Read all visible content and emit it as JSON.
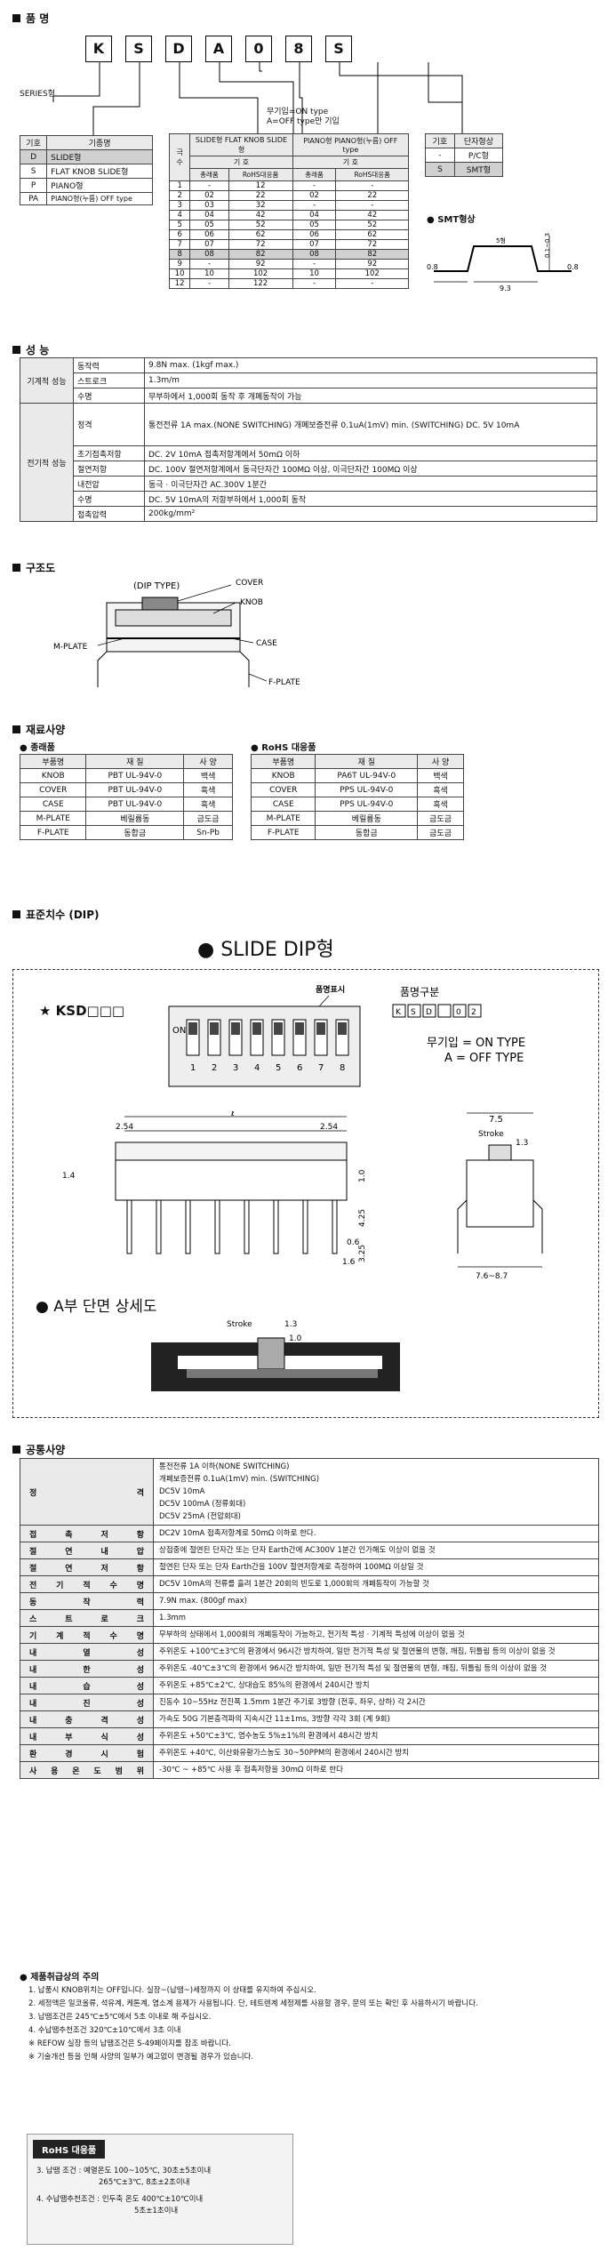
{
  "part_no": {
    "title": "품 명",
    "boxes": [
      "K",
      "S",
      "D",
      "A",
      "0",
      "8",
      "S"
    ],
    "series_label": "SERIES형",
    "a_note_1": "무기입=ON type",
    "a_note_2": "A=OFF type만 기입"
  },
  "type_table": {
    "headers": [
      "기호",
      "기종명"
    ],
    "rows": [
      [
        "D",
        "SLIDE형"
      ],
      [
        "S",
        "FLAT KNOB SLIDE형"
      ],
      [
        "P",
        "PIANO형"
      ],
      [
        "PA",
        "PIANO형(누름) OFF type"
      ]
    ]
  },
  "pole_table": {
    "head_slide": "SLIDE형 FLAT KNOB SLIDE형",
    "head_piano": "PIANO형 PIANO형(누름) OFF type",
    "pole_label": "극수",
    "symbol_label": "기 호",
    "sub_headers": [
      "총래품",
      "RoHS대응품",
      "총래품",
      "RoHS대응품"
    ],
    "rows": [
      [
        "1",
        "-",
        "12",
        "-",
        "-"
      ],
      [
        "2",
        "02",
        "22",
        "02",
        "22"
      ],
      [
        "3",
        "03",
        "32",
        "-",
        "-"
      ],
      [
        "4",
        "04",
        "42",
        "04",
        "42"
      ],
      [
        "5",
        "05",
        "52",
        "05",
        "52"
      ],
      [
        "6",
        "06",
        "62",
        "06",
        "62"
      ],
      [
        "7",
        "07",
        "72",
        "07",
        "72"
      ],
      [
        "8",
        "08",
        "82",
        "08",
        "82"
      ],
      [
        "9",
        "-",
        "92",
        "-",
        "92"
      ],
      [
        "10",
        "10",
        "102",
        "10",
        "102"
      ],
      [
        "12",
        "-",
        "122",
        "-",
        "-"
      ]
    ]
  },
  "terminal_table": {
    "headers": [
      "기호",
      "단자형상"
    ],
    "rows": [
      [
        "-",
        "P/C형"
      ],
      [
        "S",
        "SMT형"
      ]
    ]
  },
  "smt": {
    "title": "SMT형상",
    "dim_08_left": "0.8",
    "dim_93": "9.3",
    "dim_08_right": "0.8",
    "dim_01_03": "0.1~0.3",
    "dim_5": "5형"
  },
  "performance": {
    "title": "성 능",
    "rows": [
      {
        "group": "기계적 성능",
        "item": "동작력",
        "value": "9.8N max. (1kgf max.)"
      },
      {
        "group": "",
        "item": "스트로크",
        "value": "1.3m/m"
      },
      {
        "group": "",
        "item": "수명",
        "value": "무부하에서 1,000회 동작 후 개폐동작이 가능"
      },
      {
        "group": "전기적 성능",
        "item": "정격",
        "value": "통전전류 1A max.(NONE SWITCHING) 개폐보증전류 0.1uA(1mV) min. (SWITCHING) DC. 5V 10mA"
      },
      {
        "group": "",
        "item": "초기접촉저항",
        "value": "DC. 2V 10mA 접촉저항계에서 50mΩ 이하"
      },
      {
        "group": "",
        "item": "절연저항",
        "value": "DC. 100V 절연저항계에서 동극단자간 100MΩ 이상, 이극단자간 100MΩ 이상"
      },
      {
        "group": "",
        "item": "내전압",
        "value": "동극 · 이극단자간 AC.300V 1분간"
      },
      {
        "group": "",
        "item": "수명",
        "value": "DC. 5V 10mA의 저항부하에서 1,000회 동작"
      },
      {
        "group": "",
        "item": "접촉압력",
        "value": "200kg/mm²"
      }
    ]
  },
  "structure": {
    "title": "구조도",
    "dip_type": "(DIP TYPE)",
    "labels": [
      "COVER",
      "KNOB",
      "CASE",
      "F-PLATE",
      "M-PLATE"
    ]
  },
  "material": {
    "title": "재료사양",
    "left_title": "종래품",
    "right_title": "RoHS 대응품",
    "headers": [
      "부품명",
      "재 질",
      "사 양"
    ],
    "left_rows": [
      [
        "KNOB",
        "PBT UL-94V-0",
        "백색"
      ],
      [
        "COVER",
        "PBT UL-94V-0",
        "흑색"
      ],
      [
        "CASE",
        "PBT UL-94V-0",
        "흑색"
      ],
      [
        "M-PLATE",
        "베릴륨동",
        "금도금"
      ],
      [
        "F-PLATE",
        "동합금",
        "Sn-Pb"
      ]
    ],
    "right_rows": [
      [
        "KNOB",
        "PA6T UL-94V-0",
        "백색"
      ],
      [
        "COVER",
        "PPS UL-94V-0",
        "흑색"
      ],
      [
        "CASE",
        "PPS UL-94V-0",
        "흑색"
      ],
      [
        "M-PLATE",
        "베릴륨동",
        "금도금"
      ],
      [
        "F-PLATE",
        "동합금",
        "금도금"
      ]
    ]
  },
  "dimension": {
    "title": "표준치수 (DIP)",
    "heading": "SLIDE DIP형",
    "model": "★ KSD□□□",
    "mark_label": "품명표시",
    "code_label": "품명구분",
    "code_boxes": [
      "K",
      "S",
      "D",
      "",
      "0",
      "2"
    ],
    "on_label": "ON",
    "pins": [
      "1",
      "2",
      "3",
      "4",
      "5",
      "6",
      "7",
      "8"
    ],
    "note_1": "무기입 = ON TYPE",
    "note_2": "A = OFF TYPE",
    "dims": {
      "l": "ℓ",
      "p254a": "2.54",
      "p254b": "2.54",
      "d14": "1.4",
      "d10": "1.0",
      "d425": "4.25",
      "d325": "3.25",
      "d06": "0.6",
      "d16": "1.6",
      "d75": "7.5",
      "stroke": "Stroke",
      "d13": "1.3",
      "d76_87": "7.6~8.7"
    },
    "section_title": "A부 단면 상세도",
    "section_stroke": "Stroke",
    "section_13": "1.3",
    "section_10": "1.0"
  },
  "common": {
    "title": "공통사양",
    "rows": [
      {
        "item": "정 격",
        "value": "통전전류 1A 이하(NONE SWITCHING)\n개폐보증전류 0.1uA(1mV) min. (SWITCHING)\nDC5V 10mA\nDC5V 100mA (정류회대)\nDC5V 25mA (전압회대)"
      },
      {
        "item": "접 촉 저 항",
        "value": "DC2V 10mA 접촉저항계로 50mΩ 이하로 한다."
      },
      {
        "item": "절 연 내 압",
        "value": "상접중에 절연된 단자간 또는 단자 Earth간에 AC300V 1분간 인가해도 이상이 없을 것"
      },
      {
        "item": "절 연 저 항",
        "value": "절연된 단자 또는 단자 Earth간을 100V 절연저항계로 측정하여 100MΩ 이상일 것"
      },
      {
        "item": "전 기 적 수 명",
        "value": "DC5V 10mA의 전류를 흘려 1분간 20회의 빈도로 1,000회의 개폐동작이 가능할 것"
      },
      {
        "item": "동 작 력",
        "value": "7.9N max. (800gf max)"
      },
      {
        "item": "스 트 로 크",
        "value": "1.3mm"
      },
      {
        "item": "기 계 적 수 명",
        "value": "무부하의 상태에서 1,000회의 개폐동작이 가능하고, 전기적 특성 · 기계적 특성에 이상이 없을 것"
      },
      {
        "item": "내 열 성",
        "value": "주위온도 +100℃±3℃의 환경에서 96시간 방치하여, 일반 전기적 특성 및 절연물의 변형, 깨짐, 뒤틀림 등의 이상이 없을 것"
      },
      {
        "item": "내 한 성",
        "value": "주위온도 -40℃±3℃의 환경에서 96시간 방치하여, 일반 전기적 특성 및 절연물의 변형, 깨짐, 뒤틀림 등의 이상이 없을 것"
      },
      {
        "item": "내 습 성",
        "value": "주위온도 +85℃±2℃, 상대습도 85%의 환경에서 240시간 방치"
      },
      {
        "item": "내 진 성",
        "value": "진동수 10~55Hz 전진폭 1.5mm 1분간 주기로 3방향 (전후, 좌우, 상하) 각 2시간"
      },
      {
        "item": "내 충 격 성",
        "value": "가속도 50G 기본충격파의 지속시간 11±1ms, 3방향 각각 3회 (계 9회)"
      },
      {
        "item": "내 부 식 성",
        "value": "주위온도 +50℃±3℃, 염수농도 5%±1%의 환경에서 48시간 방치"
      },
      {
        "item": "환 경 시 험",
        "value": "주위온도 +40℃, 이산화유황가스농도 30~50PPM의 환경에서 240시간 방치"
      },
      {
        "item": "사 용 온 도 범 위",
        "value": "-30℃ ~ +85℃ 사용 후 접촉저항을 30mΩ 이하로 한다"
      }
    ]
  },
  "handling": {
    "title": "제품취급상의 주의",
    "notes": [
      "1. 납품시 KNOB위치는 OFF입니다. 실장~(납땜~)세정까지 이 상태를 유지하여 주십시오.",
      "2. 세정액은 일코올류, 석유계, 케톤계, 염소계 용제가 사용됩니다. 단, 테트렌계 세정제를 사용할 경우, 문의 또는 확인 후 사용하시기 바랍니다.",
      "3. 납땜조건은 245℃±5℃에서 5초 이내로 해 주십시오.",
      "4. 수납땜추천조건 320℃±10℃에서 3초 이내",
      "※ REFOW 실장 등의 납땜조건은 S-49페이지를 참조 바랍니다.",
      "※ 기술개선 등을 인해 사양의 일부가 예고없이 변경될 경우가 있습니다."
    ]
  },
  "rohs": {
    "title": "RoHS 대응품",
    "line1a": "3. 납땜 조건 : 예열온도 100~105℃, 30초±5초이내",
    "line1b": "265℃±3℃, 8초±2초이내",
    "line2a": "4. 수납땜추천조건 : 인두축 온도 400℃±10℃이내",
    "line2b": "5초±1초이내"
  }
}
